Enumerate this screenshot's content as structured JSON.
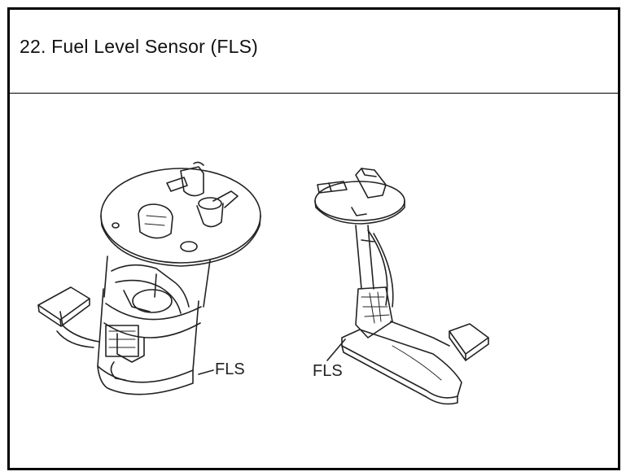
{
  "header": {
    "title": "22. Fuel Level Sensor (FLS)"
  },
  "figure": {
    "left_callout": "FLS",
    "right_callout": "FLS"
  },
  "colors": {
    "border": "#000000",
    "line": "#222222",
    "background": "#ffffff"
  }
}
